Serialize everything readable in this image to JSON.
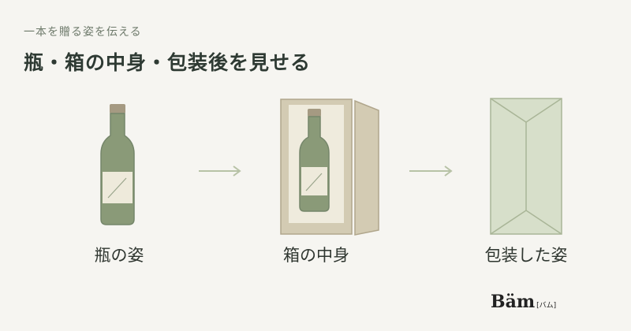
{
  "header": {
    "eyebrow": "一本を贈る姿を伝える",
    "title": "瓶・箱の中身・包装後を見せる"
  },
  "steps": [
    {
      "label": "瓶の姿"
    },
    {
      "label": "箱の中身"
    },
    {
      "label": "包装した姿"
    }
  ],
  "colors": {
    "bottle": "#8a9a78",
    "box": "#d3cbb3",
    "wrap": "#d7dfca",
    "arrow": "#b7c2a6"
  },
  "logo": {
    "text": "Bäm",
    "sub": "[バム]"
  }
}
